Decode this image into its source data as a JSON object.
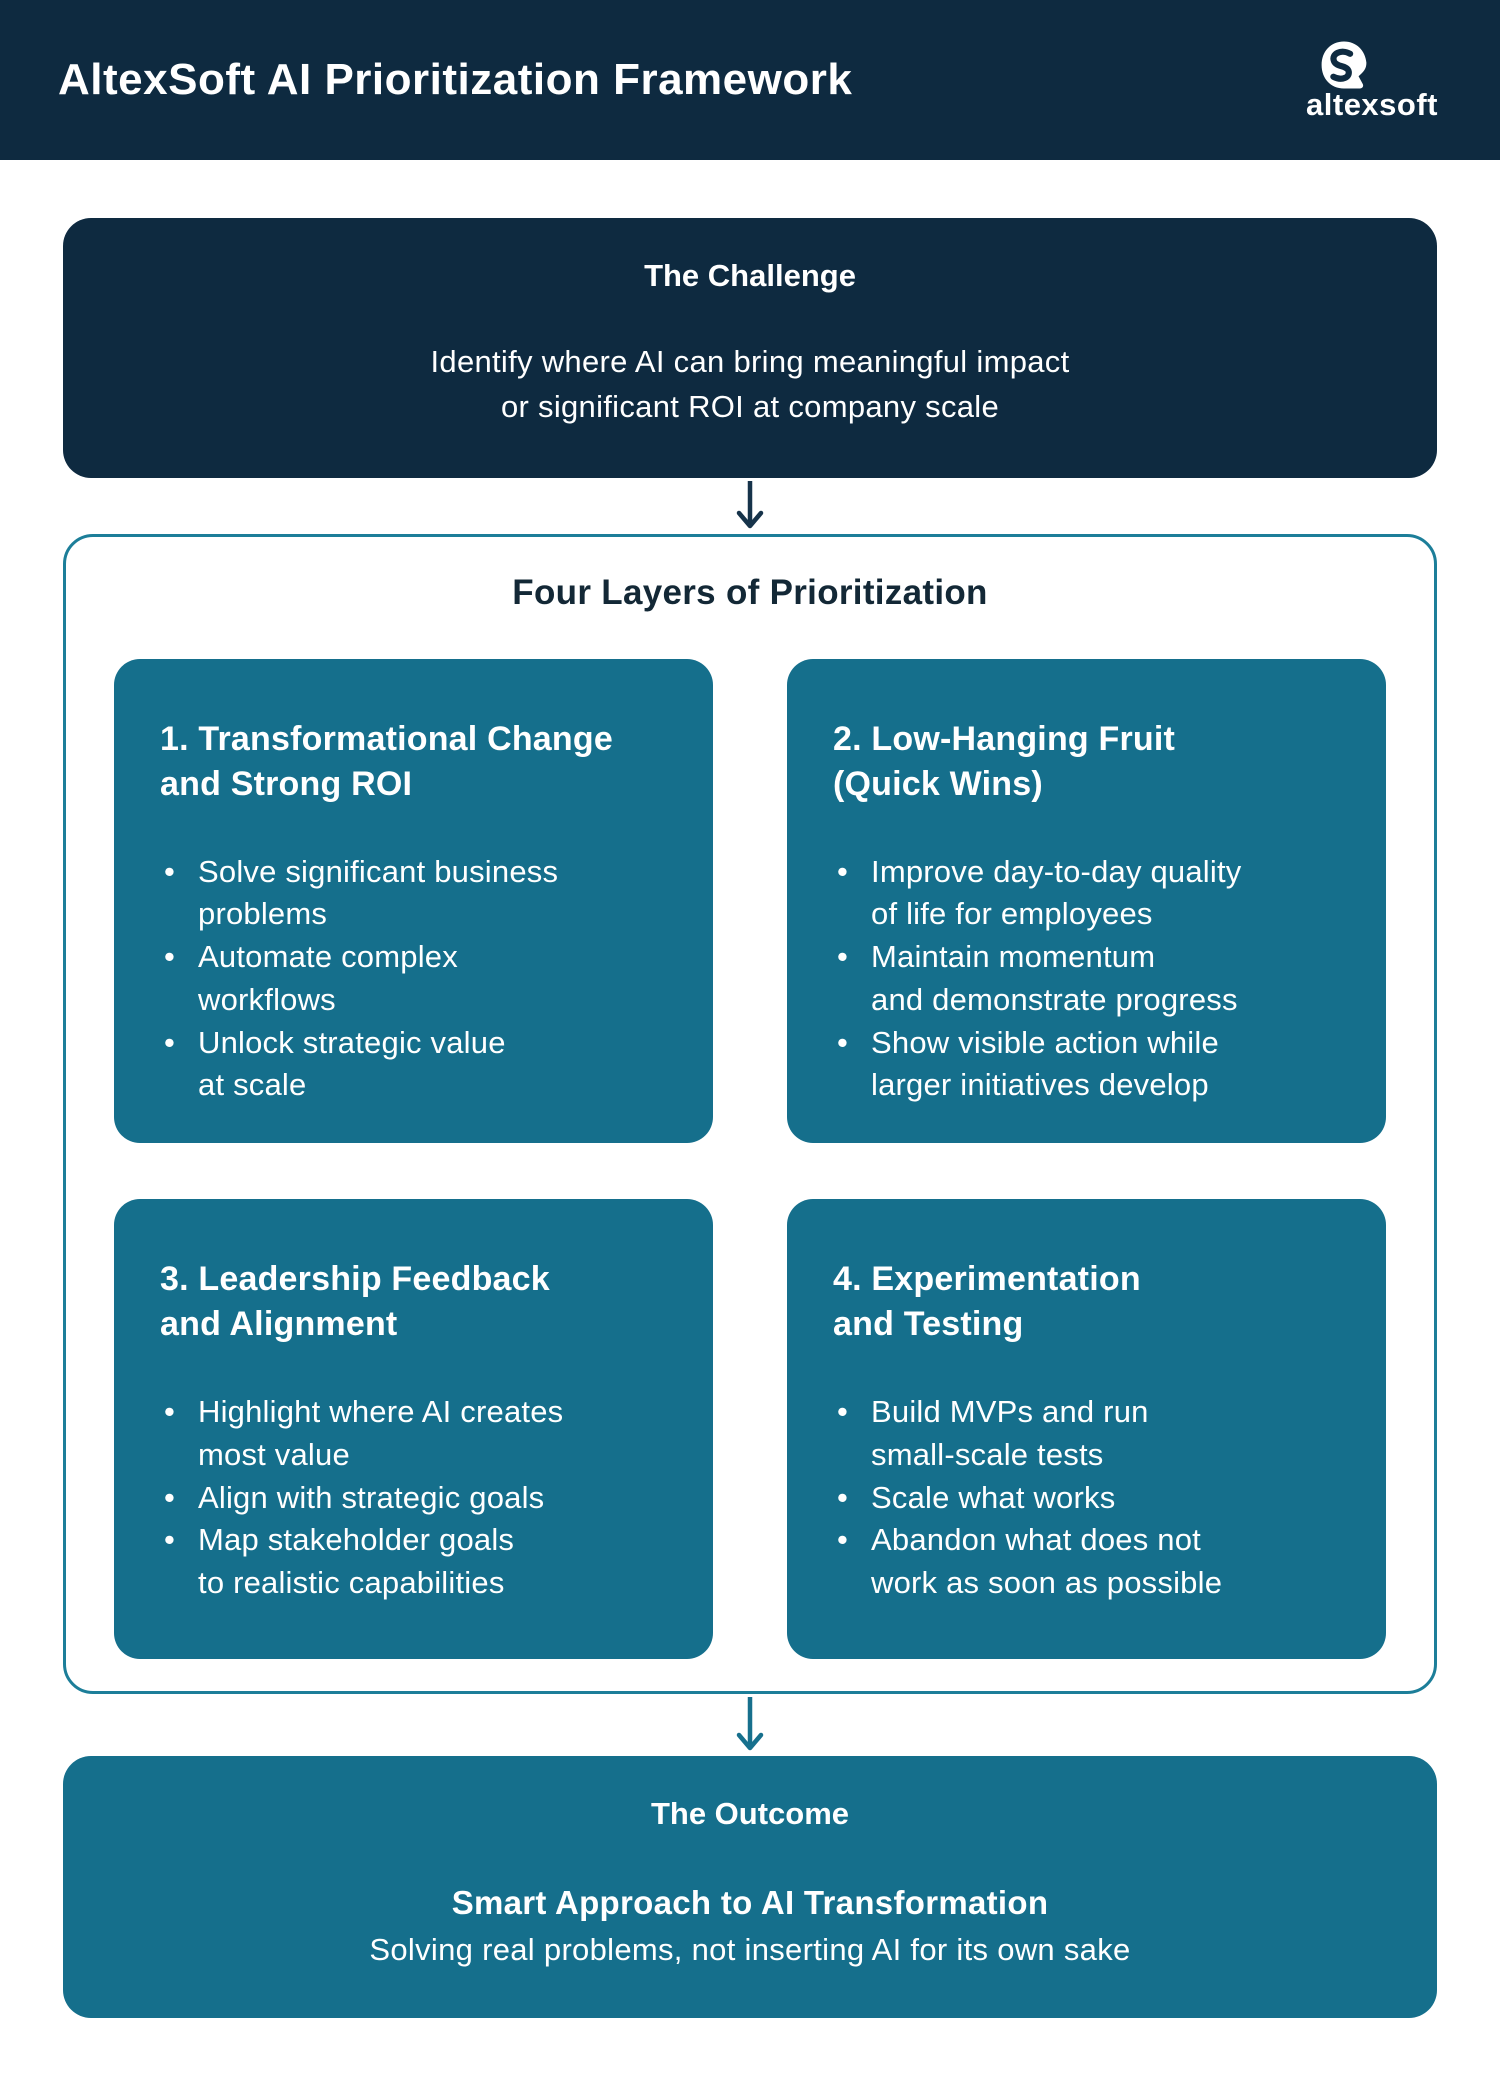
{
  "ui": {
    "bullet": "•"
  },
  "colors": {
    "navy": "#0E2A40",
    "teal": "#156F8C",
    "teal_border": "#1C7E99",
    "arrow_navy": "#16334A",
    "arrow_teal": "#17708D",
    "text_white": "#FFFFFF",
    "title_dark": "#132836"
  },
  "header": {
    "title": "AltexSoft AI Prioritization Framework",
    "logo": {
      "wordmark": "altexsoft",
      "icon": "altexsoft-a-mark"
    }
  },
  "challenge": {
    "title": "The Challenge",
    "body": "Identify where AI can bring meaningful impact\nor significant ROI at company scale"
  },
  "four_layers": {
    "title": "Four Layers of Prioritization",
    "cards": [
      {
        "title": "1. Transformational Change\nand Strong ROI",
        "bullets": [
          "Solve significant business\nproblems",
          "Automate complex\nworkflows",
          "Unlock strategic value\nat scale"
        ]
      },
      {
        "title": "2. Low-Hanging Fruit\n(Quick Wins)",
        "bullets": [
          "Improve day-to-day quality\nof life for employees",
          "Maintain momentum\nand demonstrate progress",
          "Show visible action while\nlarger initiatives develop"
        ]
      },
      {
        "title": "3. Leadership Feedback\nand Alignment",
        "bullets": [
          "Highlight where AI creates\nmost value",
          "Align with strategic goals",
          "Map stakeholder goals\nto realistic capabilities"
        ]
      },
      {
        "title": "4. Experimentation\nand Testing",
        "bullets": [
          "Build MVPs and run\nsmall-scale tests",
          "Scale what works",
          "Abandon what does not\nwork as soon as possible"
        ]
      }
    ]
  },
  "outcome": {
    "title": "The Outcome",
    "subtitle": "Smart Approach to AI Transformation",
    "body": "Solving real problems, not inserting AI for its own sake"
  }
}
